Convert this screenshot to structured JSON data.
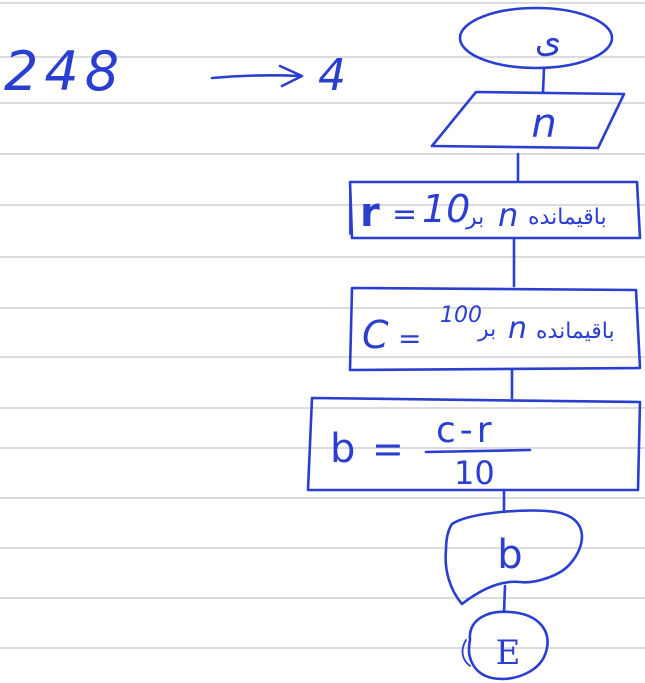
{
  "note": {
    "input_example": "248",
    "arrow": "→",
    "output_example": "4"
  },
  "flowchart": {
    "start_label": "ی",
    "input_label": "n",
    "step_r": {
      "lhs": "r",
      "eq": "=",
      "value": "10",
      "word_bar": "بر",
      "var": "n",
      "text": "باقیمانده"
    },
    "step_c": {
      "lhs": "C",
      "eq": "=",
      "value": "100",
      "word_bar": "بر",
      "var": "n",
      "text": "باقیمانده"
    },
    "step_b": {
      "lhs": "b",
      "eq": "=",
      "numerator": "c-r",
      "denominator": "10"
    },
    "output_label": "b",
    "end_label": "E"
  },
  "colors": {
    "ink": "#2a3ed0",
    "rule": "#c8c8c8",
    "paper": "#ffffff"
  }
}
